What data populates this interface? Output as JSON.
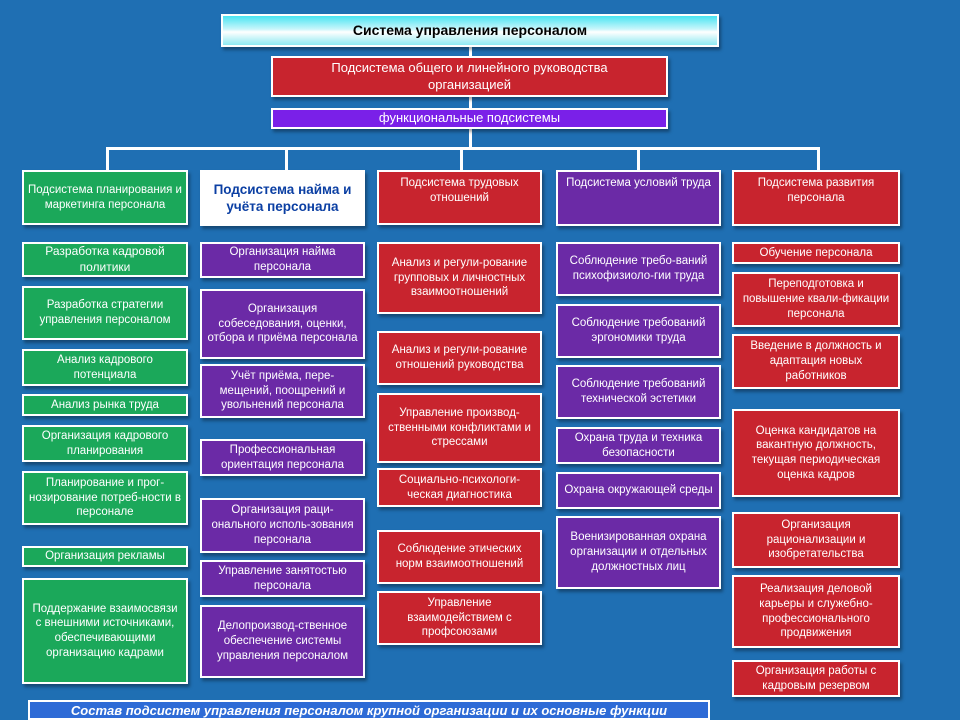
{
  "title": "Система управления персоналом",
  "general_subsystem": "Подсистема общего и линейного руководства организацией",
  "functional_subsystems": "функциональные подсистемы",
  "caption": "Состав подсистем управления персоналом крупной организации и их основные функции",
  "columns": [
    {
      "header": "Подсистема планирования и маркетинга персонала",
      "items": [
        "Разработка кадровой политики",
        "Разработка стратегии управления персоналом",
        "Анализ кадрового потенциала",
        "Анализ рынка труда",
        "Организация кадрового планирования",
        "Планирование и прог-нозирование потреб-ности в персонале",
        "Организация рекламы",
        "Поддержание взаимосвязи с внешними источниками, обеспечивающими организацию кадрами"
      ]
    },
    {
      "header": "Подсистема найма и учёта персонала",
      "items": [
        "Организация найма персонала",
        "Организация собеседования, оценки, отбора и приёма персонала",
        "Учёт приёма, пере-мещений, поощрений и увольнений персонала",
        "Профессиональная ориентация персонала",
        "Организация раци-онального исполь-зования персонала",
        "Управление занятостью персонала",
        "Делопроизвод-ственное обеспечение системы управления персоналом"
      ]
    },
    {
      "header": "Подсистема трудовых отношений",
      "items": [
        "Анализ и регули-рование групповых и личностных взаимоотношений",
        "Анализ и регули-рование отношений руководства",
        "Управление производ-ственными конфликтами и стрессами",
        "Социально-психологи-ческая диагностика",
        "Соблюдение этических норм взаимоотношений",
        "Управление взаимодействием с профсоюзами"
      ]
    },
    {
      "header": "Подсистема условий труда",
      "items": [
        "Соблюдение требо-ваний психофизиоло-гии труда",
        "Соблюдение требований эргономики труда",
        "Соблюдение требований технической эстетики",
        "Охрана труда и техника безопасности",
        "Охрана окружающей среды",
        "Военизированная охрана организации и отдельных должностных лиц"
      ]
    },
    {
      "header": "Подсистема развития персонала",
      "items": [
        "Обучение персонала",
        "Переподготовка и повышение квали-фикации персонала",
        "Введение в должность и адаптация новых работников",
        "Оценка кандидатов на вакантную должность, текущая периодическая оценка кадров",
        "Организация рационализации и изобретательства",
        "Реализация деловой карьеры и служебно-профессионального продвижения",
        "Организация работы с кадровым резервом"
      ]
    }
  ]
}
